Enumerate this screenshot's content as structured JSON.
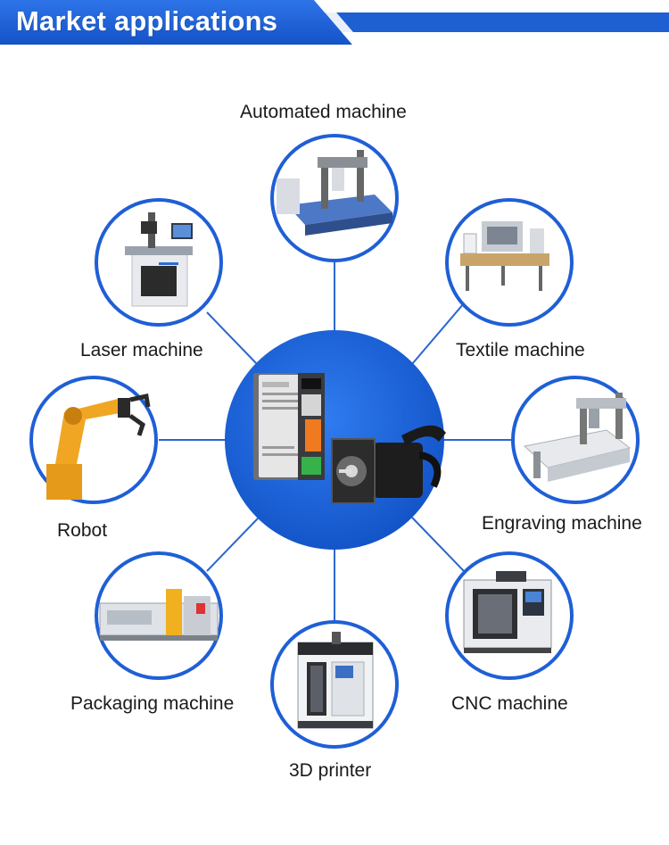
{
  "header": {
    "title": "Market applications"
  },
  "colors": {
    "brand": "#1f5fd6",
    "line": "#2a66d0",
    "hub": "#1b63d8",
    "ring": "#1f5fd6"
  },
  "hub": {
    "device": "stepper-servo-driver-and-motor"
  },
  "nodes": {
    "automated": {
      "label": "Automated machine"
    },
    "laser": {
      "label": "Laser machine"
    },
    "textile": {
      "label": "Textile machine"
    },
    "robot": {
      "label": "Robot"
    },
    "engraving": {
      "label": "Engraving machine"
    },
    "packaging": {
      "label": "Packaging machine"
    },
    "cnc": {
      "label": "CNC machine"
    },
    "printer3d": {
      "label": "3D printer"
    }
  }
}
